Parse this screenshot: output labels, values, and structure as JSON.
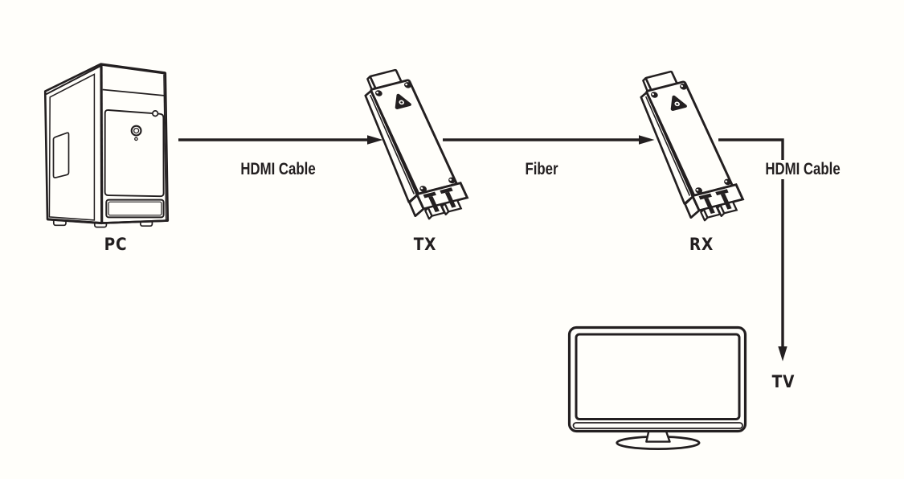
{
  "page": {
    "background": "#fffefa",
    "ink": "#231f20"
  },
  "diagram": {
    "type": "signal-chain",
    "nodes": [
      {
        "id": "pc",
        "label": "PC",
        "kind": "computer-tower"
      },
      {
        "id": "tx",
        "label": "TX",
        "kind": "fiber-extender-transmitter"
      },
      {
        "id": "rx",
        "label": "RX",
        "kind": "fiber-extender-receiver"
      },
      {
        "id": "tv",
        "label": "TV",
        "kind": "television"
      }
    ],
    "connections": [
      {
        "from": "pc",
        "to": "tx",
        "label": "HDMI Cable"
      },
      {
        "from": "tx",
        "to": "rx",
        "label": "Fiber"
      },
      {
        "from": "rx",
        "to": "tv",
        "label": "HDMI Cable"
      }
    ]
  }
}
